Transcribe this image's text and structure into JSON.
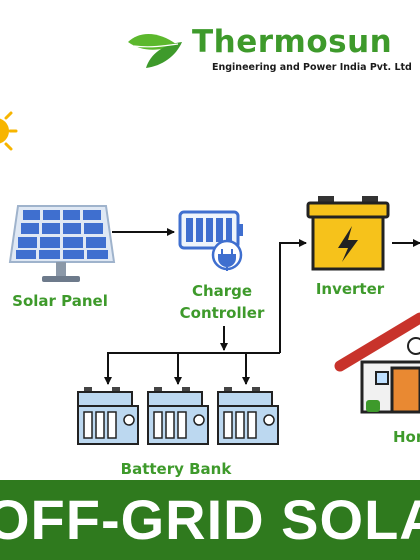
{
  "brand": {
    "name": "Thermosun",
    "tagline": "Engineering and Power India Pvt. Ltd"
  },
  "nodes": {
    "solar_panel": "Solar Panel",
    "charge_controller_line1": "Charge",
    "charge_controller_line2": "Controller",
    "inverter": "Inverter",
    "battery_bank": "Battery Bank",
    "home": "Hom"
  },
  "banner": {
    "title": "OFF-GRID SOLAR"
  },
  "colors": {
    "green": "#3e9a2b",
    "banner": "#2f7a1e",
    "panel_blue": "#3f6fcf",
    "battery_blue": "#bcd8f0",
    "inverter_yellow": "#f6c21b",
    "sun": "#f7b500"
  },
  "icons": [
    "leaf-logo-icon",
    "sun-icon",
    "solar-panel-icon",
    "charge-controller-icon",
    "inverter-icon",
    "battery-icon",
    "house-icon"
  ]
}
